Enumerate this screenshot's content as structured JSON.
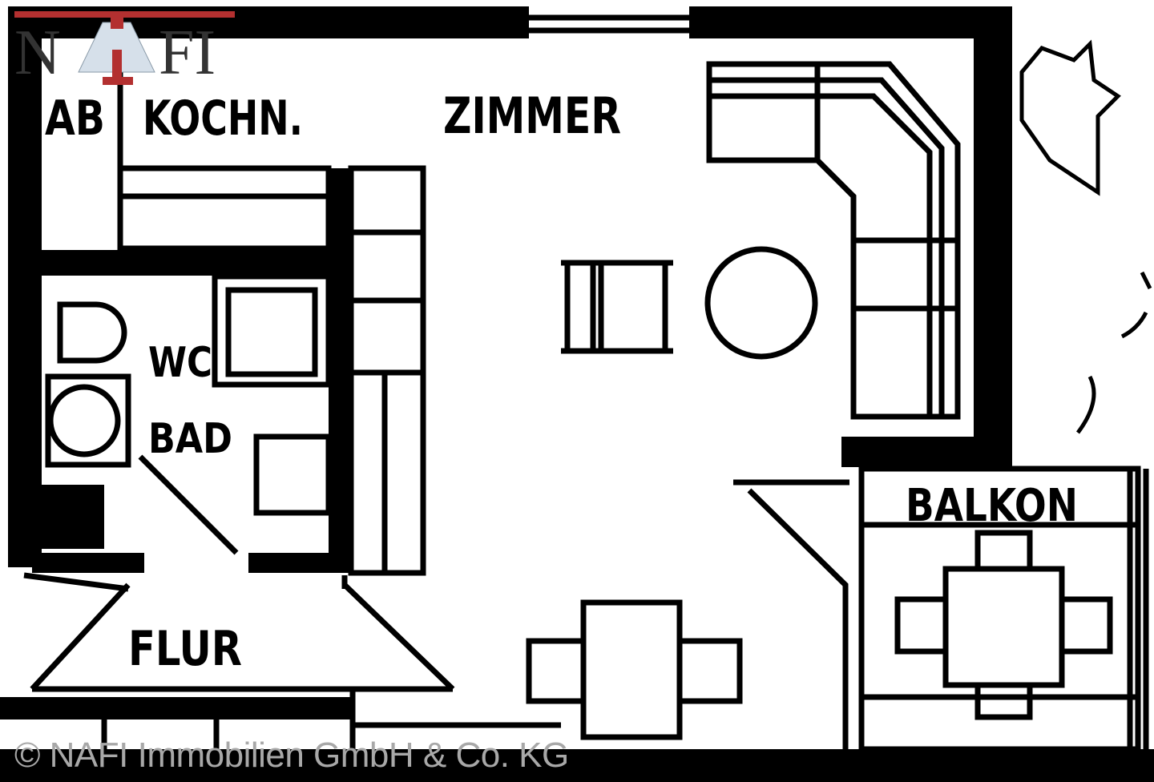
{
  "plan": {
    "rooms": {
      "ab": "AB",
      "kitchenette": "KOCHN.",
      "living_room": "ZIMMER",
      "wc": "WC",
      "bath": "BAD",
      "hallway": "FLUR",
      "balcony": "BALKON"
    }
  },
  "logo": {
    "text": "NAFI",
    "accent_color": "#b33030",
    "triangle_color": "#d6e0ea"
  },
  "watermark": "© NAFI Immobilien GmbH & Co. KG"
}
